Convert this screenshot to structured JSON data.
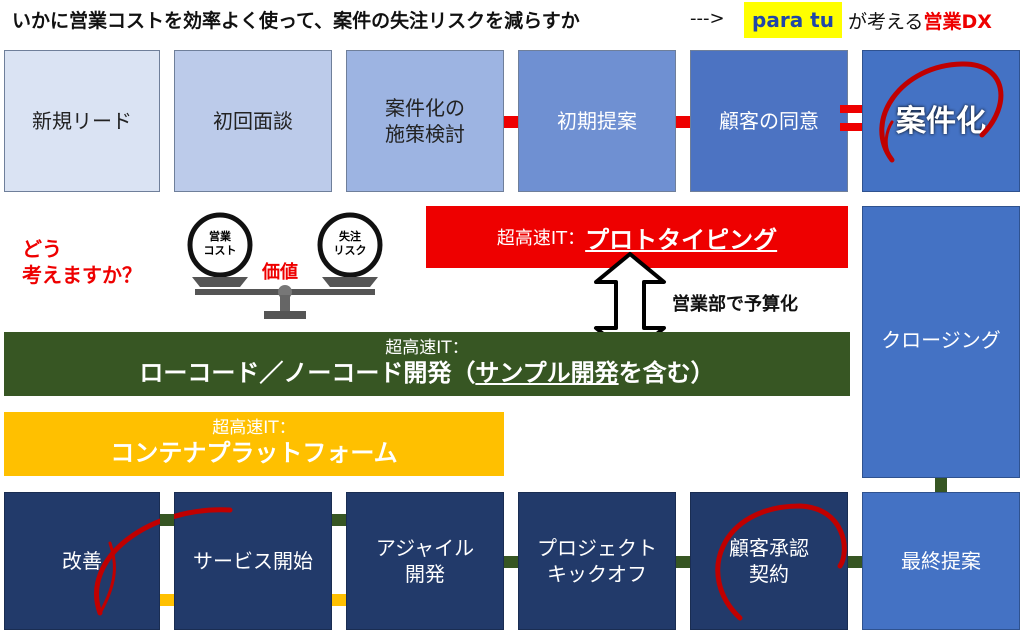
{
  "header": {
    "title": "いかに営業コストを効率よく使って、案件の失注リスクを減らすか",
    "arrow": "--->",
    "brand": "para tu",
    "suffix_plain": "が考える",
    "suffix_accent": "営業DX"
  },
  "top_flow": [
    "新規リード",
    "初回面談",
    "案件化の\n施策検討",
    "初期提案",
    "顧客の同意"
  ],
  "goal": "案件化",
  "question": "どう\n考えますか？",
  "scale": {
    "left": "営業\nコスト",
    "right": "失注\nリスク",
    "center": "価値"
  },
  "prototyping": {
    "prefix": "超高速IT：",
    "main": "プロトタイピング"
  },
  "budget_label": "営業部で予算化",
  "closing": "クロージング",
  "lowcode": {
    "prefix": "超高速IT：",
    "main_a": "ローコード／ノーコード開発（",
    "main_b": "サンプル開発",
    "main_c": "を含む）"
  },
  "container": {
    "prefix": "超高速IT：",
    "main": "コンテナプラットフォーム"
  },
  "bottom_flow": [
    "改善",
    "サービス開始",
    "アジャイル\n開発",
    "プロジェクト\nキックオフ",
    "顧客承認\n契約",
    "最終提案"
  ],
  "colors": {
    "red": "#ee0000",
    "green": "#375623",
    "gold": "#ffc000",
    "navy": "#223a6a",
    "blue": "#4472c4",
    "yellow_bg": "#ffff00"
  }
}
